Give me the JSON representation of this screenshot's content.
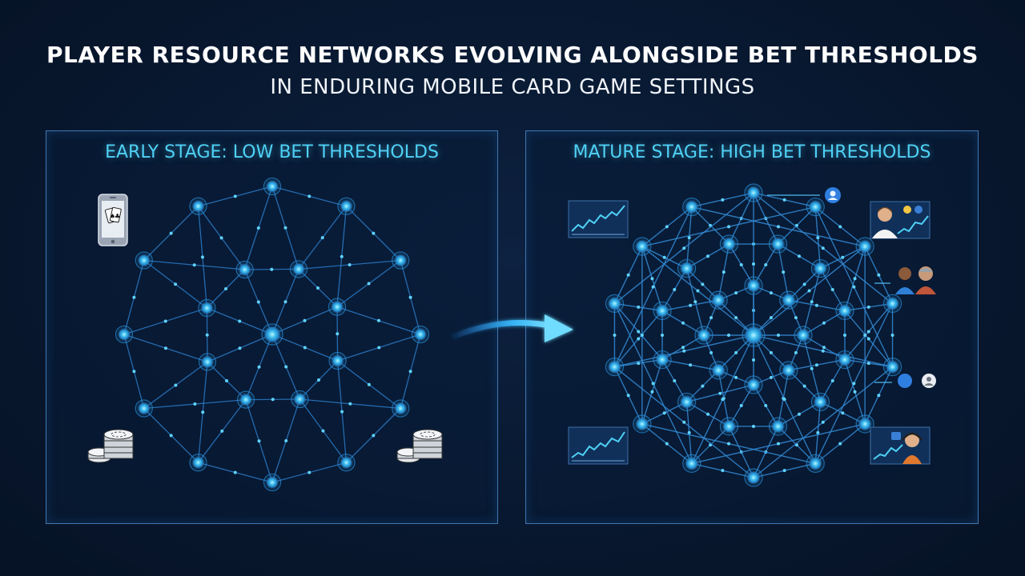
{
  "header": {
    "title": "PLAYER RESOURCE NETWORKS EVOLVING ALONGSIDE BET THRESHOLDS",
    "subtitle": "IN ENDURING MOBILE CARD GAME SETTINGS"
  },
  "panels": {
    "early": {
      "title": "EARLY STAGE: LOW BET THRESHOLDS",
      "icons": [
        "smartphone-cards-icon",
        "poker-chips-icon",
        "poker-chips-icon"
      ]
    },
    "mature": {
      "title": "MATURE STAGE: HIGH BET THRESHOLDS",
      "icons": [
        "growth-chart-icon",
        "growth-chart-icon",
        "player-avatar-icon",
        "player-group-icon",
        "chat-bubble-icon"
      ]
    }
  },
  "colors": {
    "accent": "#4fd1f5",
    "node": "#3fc0f0",
    "edge": "#2a79c4",
    "panel_border": "#3f77b0",
    "background": "#091a33"
  }
}
